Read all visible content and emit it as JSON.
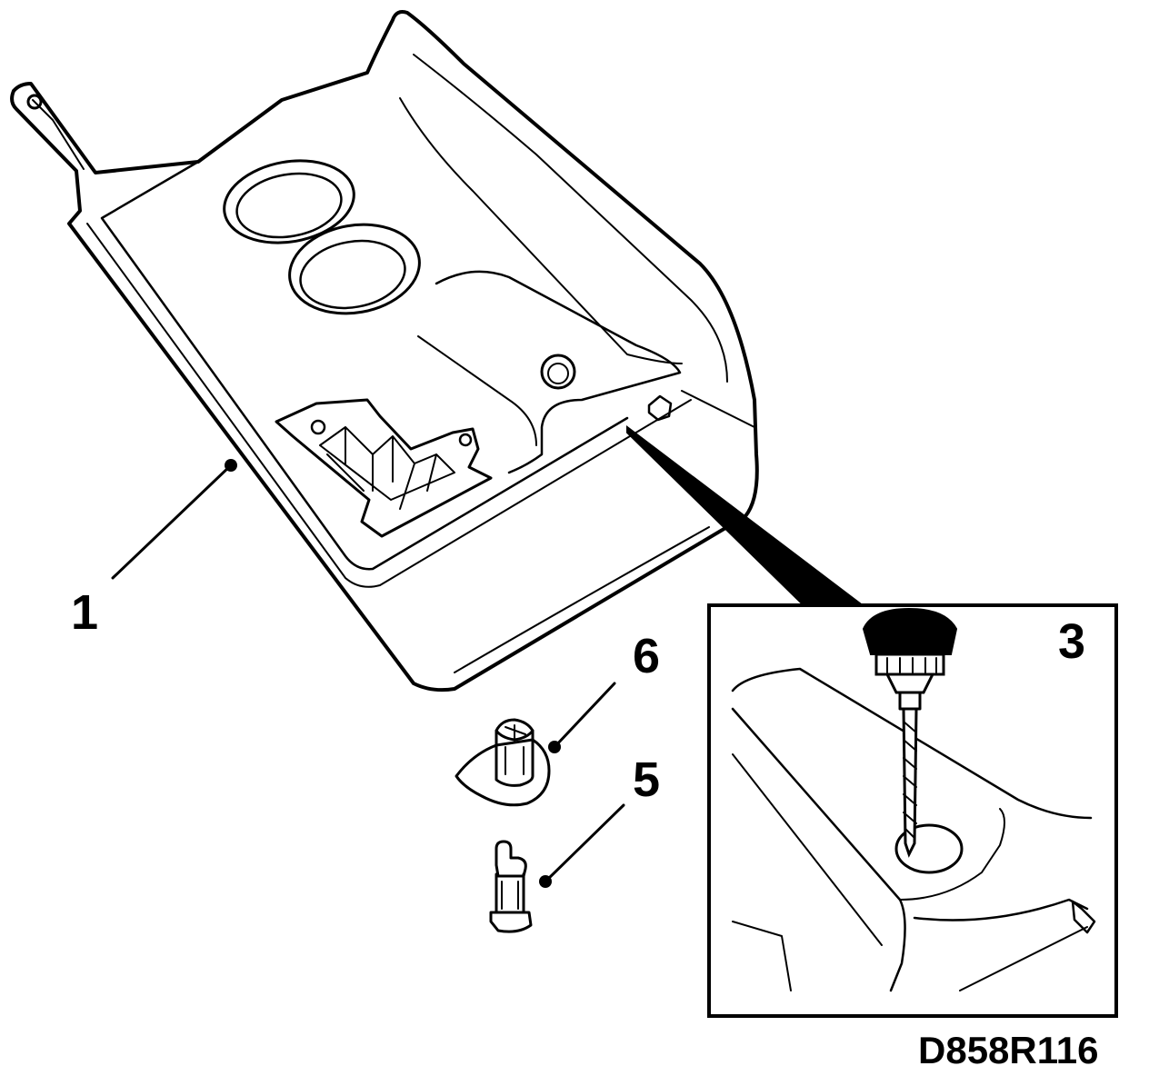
{
  "callouts": [
    {
      "id": "1",
      "label": "1"
    },
    {
      "id": "3",
      "label": "3"
    },
    {
      "id": "5",
      "label": "5"
    },
    {
      "id": "6",
      "label": "6"
    }
  ],
  "reference_code": "D858R116",
  "colors": {
    "line": "#000000",
    "background": "#ffffff"
  }
}
